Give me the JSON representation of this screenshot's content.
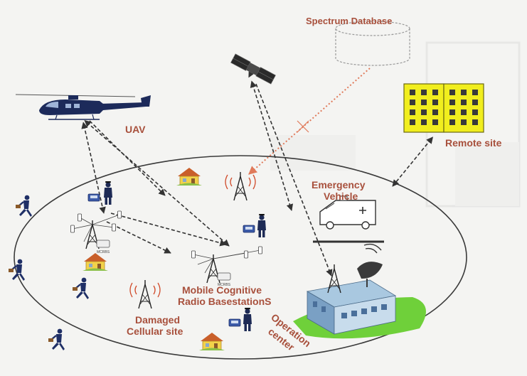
{
  "labels": {
    "spectrum_database": "Spectrum Database",
    "uav": "UAV",
    "remote_site": "Remote site",
    "emergency_vehicle_line1": "Emergency",
    "emergency_vehicle_line2": "Vehicle",
    "mobile_cognitive_line1": "Mobile Cognitive",
    "mobile_cognitive_line2": "Radio BasestationS",
    "damaged_cellular_line1": "Damaged",
    "damaged_cellular_line2": "Cellular site",
    "operation_center_line1": "Operation",
    "operation_center_line2": "center"
  },
  "bts_tags": [
    "MCRBS",
    "MCRBS"
  ],
  "colors": {
    "label_text": "#a8503c",
    "helicopter": "#1c2a5a",
    "building": "#f1ee1e",
    "grass": "#6fd03a",
    "link_line": "#333333",
    "spectrum_link": "#e07a5a",
    "background": "#f4f4f2"
  },
  "icons": [
    "helicopter-icon",
    "satellite-icon",
    "database-cylinder-icon",
    "office-building-icon",
    "ambulance-icon",
    "satellite-dish-icon",
    "radio-tower-icon",
    "house-icon",
    "police-officer-icon",
    "handheld-radio-icon",
    "running-person-icon",
    "vehicle-icon"
  ]
}
